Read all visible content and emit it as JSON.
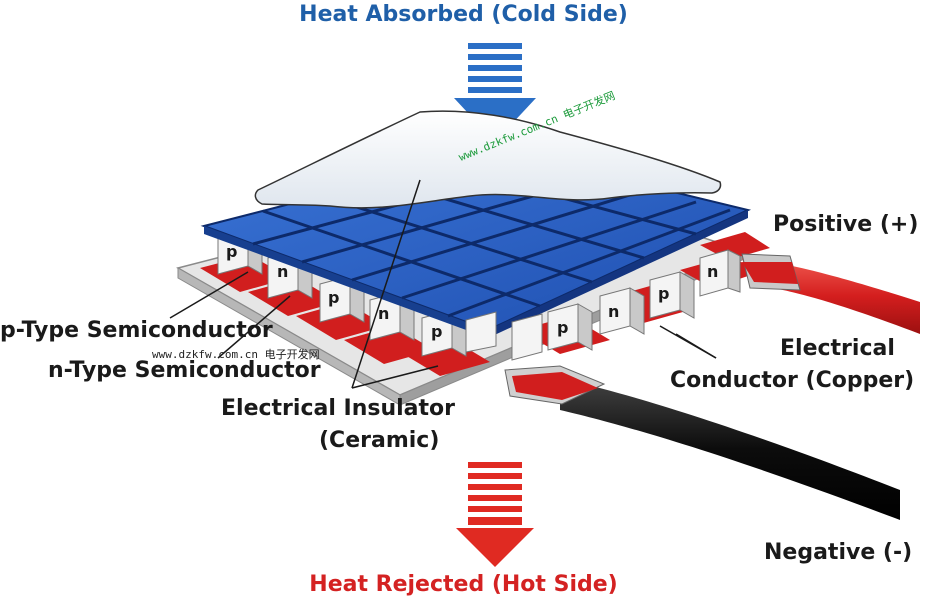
{
  "diagram": {
    "title_top": "Heat Absorbed (Cold Side)",
    "title_bottom": "Heat Rejected (Hot Side)",
    "labels": {
      "positive": "Positive (+)",
      "negative": "Negative (-)",
      "p_type": "p-Type Semiconductor",
      "n_type": "n-Type Semiconductor",
      "insulator_line1": "Electrical Insulator",
      "insulator_line2": "(Ceramic)",
      "conductor_line1": "Electrical",
      "conductor_line2": "Conductor (Copper)"
    },
    "pellet_letters": {
      "p": "p",
      "n": "n"
    },
    "watermarks": {
      "diagonal": "www.dzkfw.com.cn 电子开发网",
      "middle": "www.dzkfw.com.cn 电子开发网"
    },
    "colors": {
      "cold_arrow": "#2b6fc6",
      "hot_arrow": "#e02a22",
      "blue_plate": "#2a5fc4",
      "copper_red": "#d11e1e",
      "ceramic": "#e4e4e4",
      "title_blue": "#1f5fa8",
      "title_red": "#d42222",
      "watermark_green": "#1b9a3a"
    }
  }
}
